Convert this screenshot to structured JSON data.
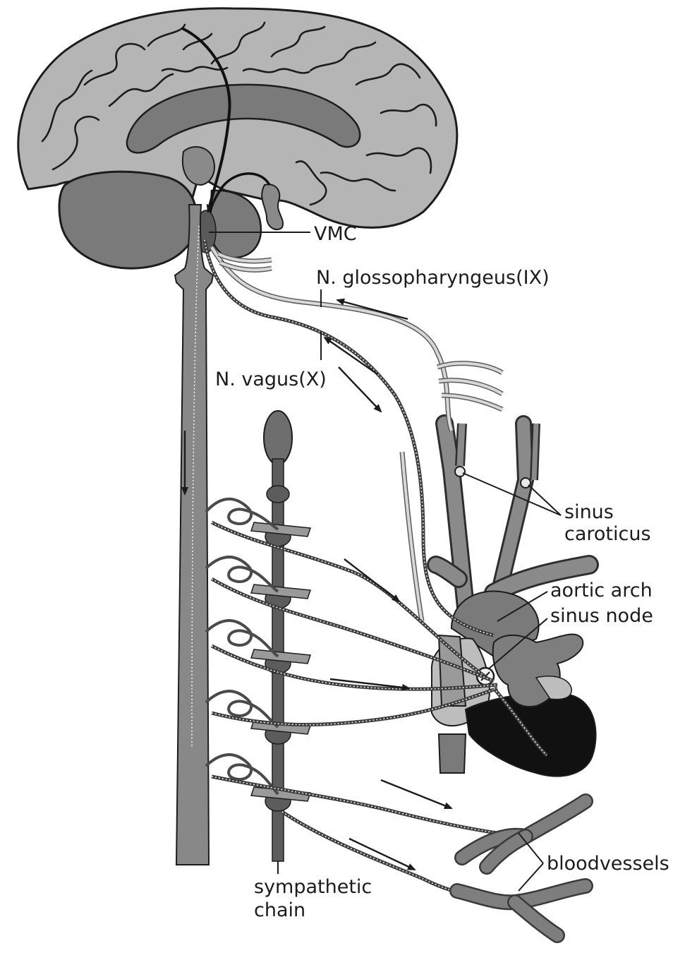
{
  "labels": {
    "vmc": "VMC",
    "glossopharyngeus": "N. glossopharyngeus(IX)",
    "vagus": "N. vagus(X)",
    "sinus_caroticus_line1": "sinus",
    "sinus_caroticus_line2": "caroticus",
    "aortic_arch": "aortic arch",
    "sinus_node": "sinus node",
    "bloodvessels": "bloodvessels",
    "sympathetic_chain_line1": "sympathetic",
    "sympathetic_chain_line2": "chain"
  },
  "colors": {
    "brain_fill": "#b5b5b5",
    "deep_structures": "#7a7a7a",
    "spinal_cord": "#888888",
    "heart_light": "#bdbdbd",
    "heart_dark": "#111111",
    "outline": "#1c1c1c"
  }
}
